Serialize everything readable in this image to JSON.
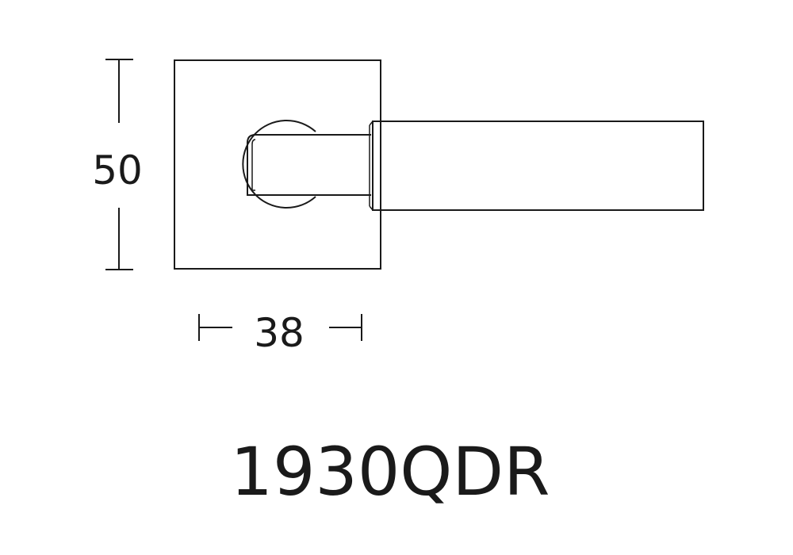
{
  "drawing": {
    "height_dimension": "50",
    "width_dimension": "38",
    "model_number": "1930QDR"
  },
  "colors": {
    "line": "#1a1a1a",
    "background": "#ffffff"
  }
}
